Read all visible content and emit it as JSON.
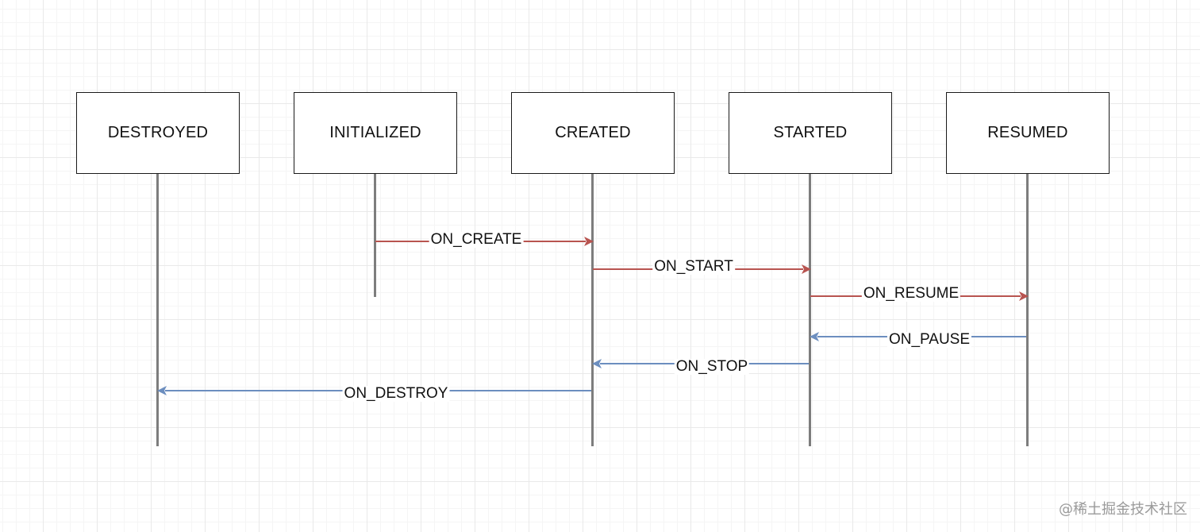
{
  "diagram": {
    "states": [
      {
        "id": "destroyed",
        "label": "DESTROYED"
      },
      {
        "id": "initialized",
        "label": "INITIALIZED"
      },
      {
        "id": "created",
        "label": "CREATED"
      },
      {
        "id": "started",
        "label": "STARTED"
      },
      {
        "id": "resumed",
        "label": "RESUMED"
      }
    ],
    "transitions": [
      {
        "label": "ON_CREATE",
        "from": "INITIALIZED",
        "to": "CREATED",
        "color": "#b85450"
      },
      {
        "label": "ON_START",
        "from": "CREATED",
        "to": "STARTED",
        "color": "#b85450"
      },
      {
        "label": "ON_RESUME",
        "from": "STARTED",
        "to": "RESUMED",
        "color": "#b85450"
      },
      {
        "label": "ON_PAUSE",
        "from": "RESUMED",
        "to": "STARTED",
        "color": "#6c8ebf"
      },
      {
        "label": "ON_STOP",
        "from": "STARTED",
        "to": "CREATED",
        "color": "#6c8ebf"
      },
      {
        "label": "ON_DESTROY",
        "from": "CREATED",
        "to": "DESTROYED",
        "color": "#6c8ebf"
      }
    ]
  },
  "watermark": "@稀土掘金技术社区"
}
